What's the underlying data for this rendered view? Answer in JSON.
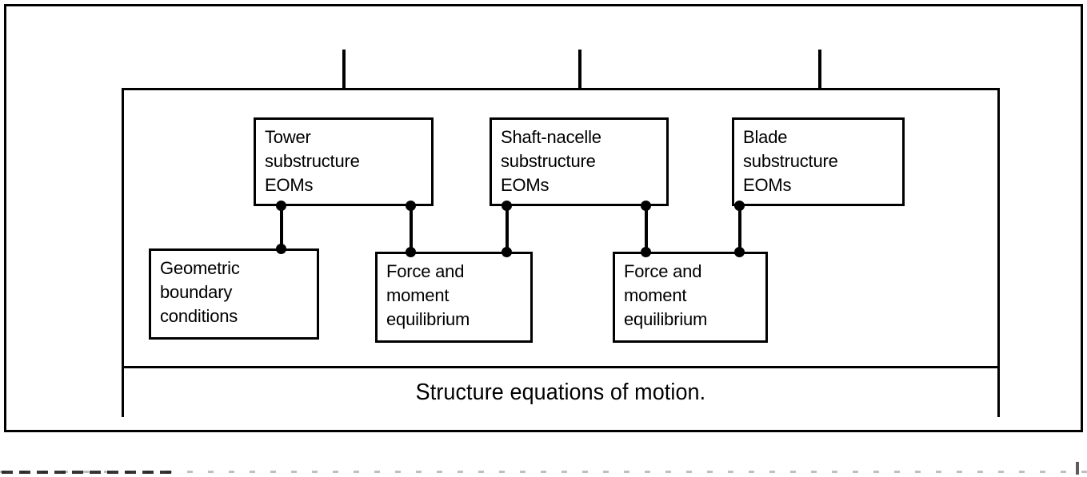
{
  "figure": {
    "caption": "Structure equations of motion.",
    "nodes": {
      "tower": "Tower\nsubstructure\nEOMs",
      "shaft_nacelle": "Shaft-nacelle\nsubstructure\nEOMs",
      "blade": "Blade\nsubstructure\nEOMs",
      "geometric": "Geometric\nboundary\nconditions",
      "force_left": "Force and\nmoment\nequilibrium",
      "force_right": "Force and\nmoment\nequilibrium"
    },
    "colors": {
      "line": "#000000",
      "background": "#ffffff"
    }
  }
}
